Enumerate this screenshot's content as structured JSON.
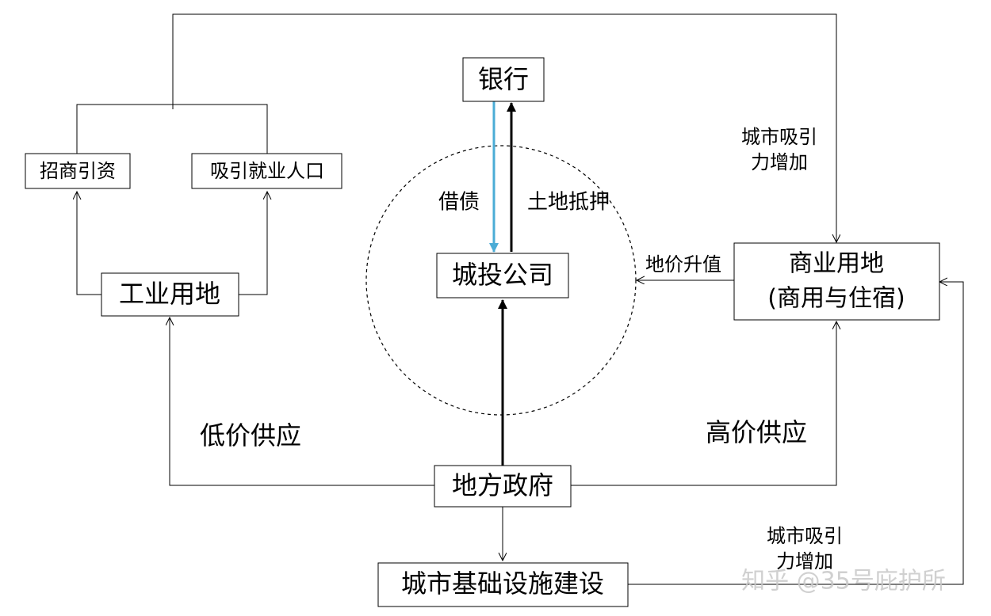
{
  "nodes": {
    "bank": "银行",
    "chengtou": "城投公司",
    "local_gov": "地方政府",
    "infrastructure": "城市基础设施建设",
    "industrial_land": "工业用地",
    "commercial_land_line1": "商业用地",
    "commercial_land_line2": "(商用与住宿)",
    "attract_investment": "招商引资",
    "attract_population": "吸引就业人口"
  },
  "labels": {
    "borrowing": "借债",
    "land_mortgage": "土地抵押",
    "land_price_up": "地价升值",
    "low_price_supply": "低价供应",
    "high_price_supply": "高价供应",
    "city_attraction_top_line1": "城市吸引",
    "city_attraction_top_line2": "力增加",
    "city_attraction_bottom_line1": "城市吸引",
    "city_attraction_bottom_line2": "力增加"
  },
  "watermark": "知乎 @35号庇护所",
  "colors": {
    "borrow_arrow": "#4bacd6",
    "line": "#000000",
    "watermark": "#c8c8c8"
  }
}
